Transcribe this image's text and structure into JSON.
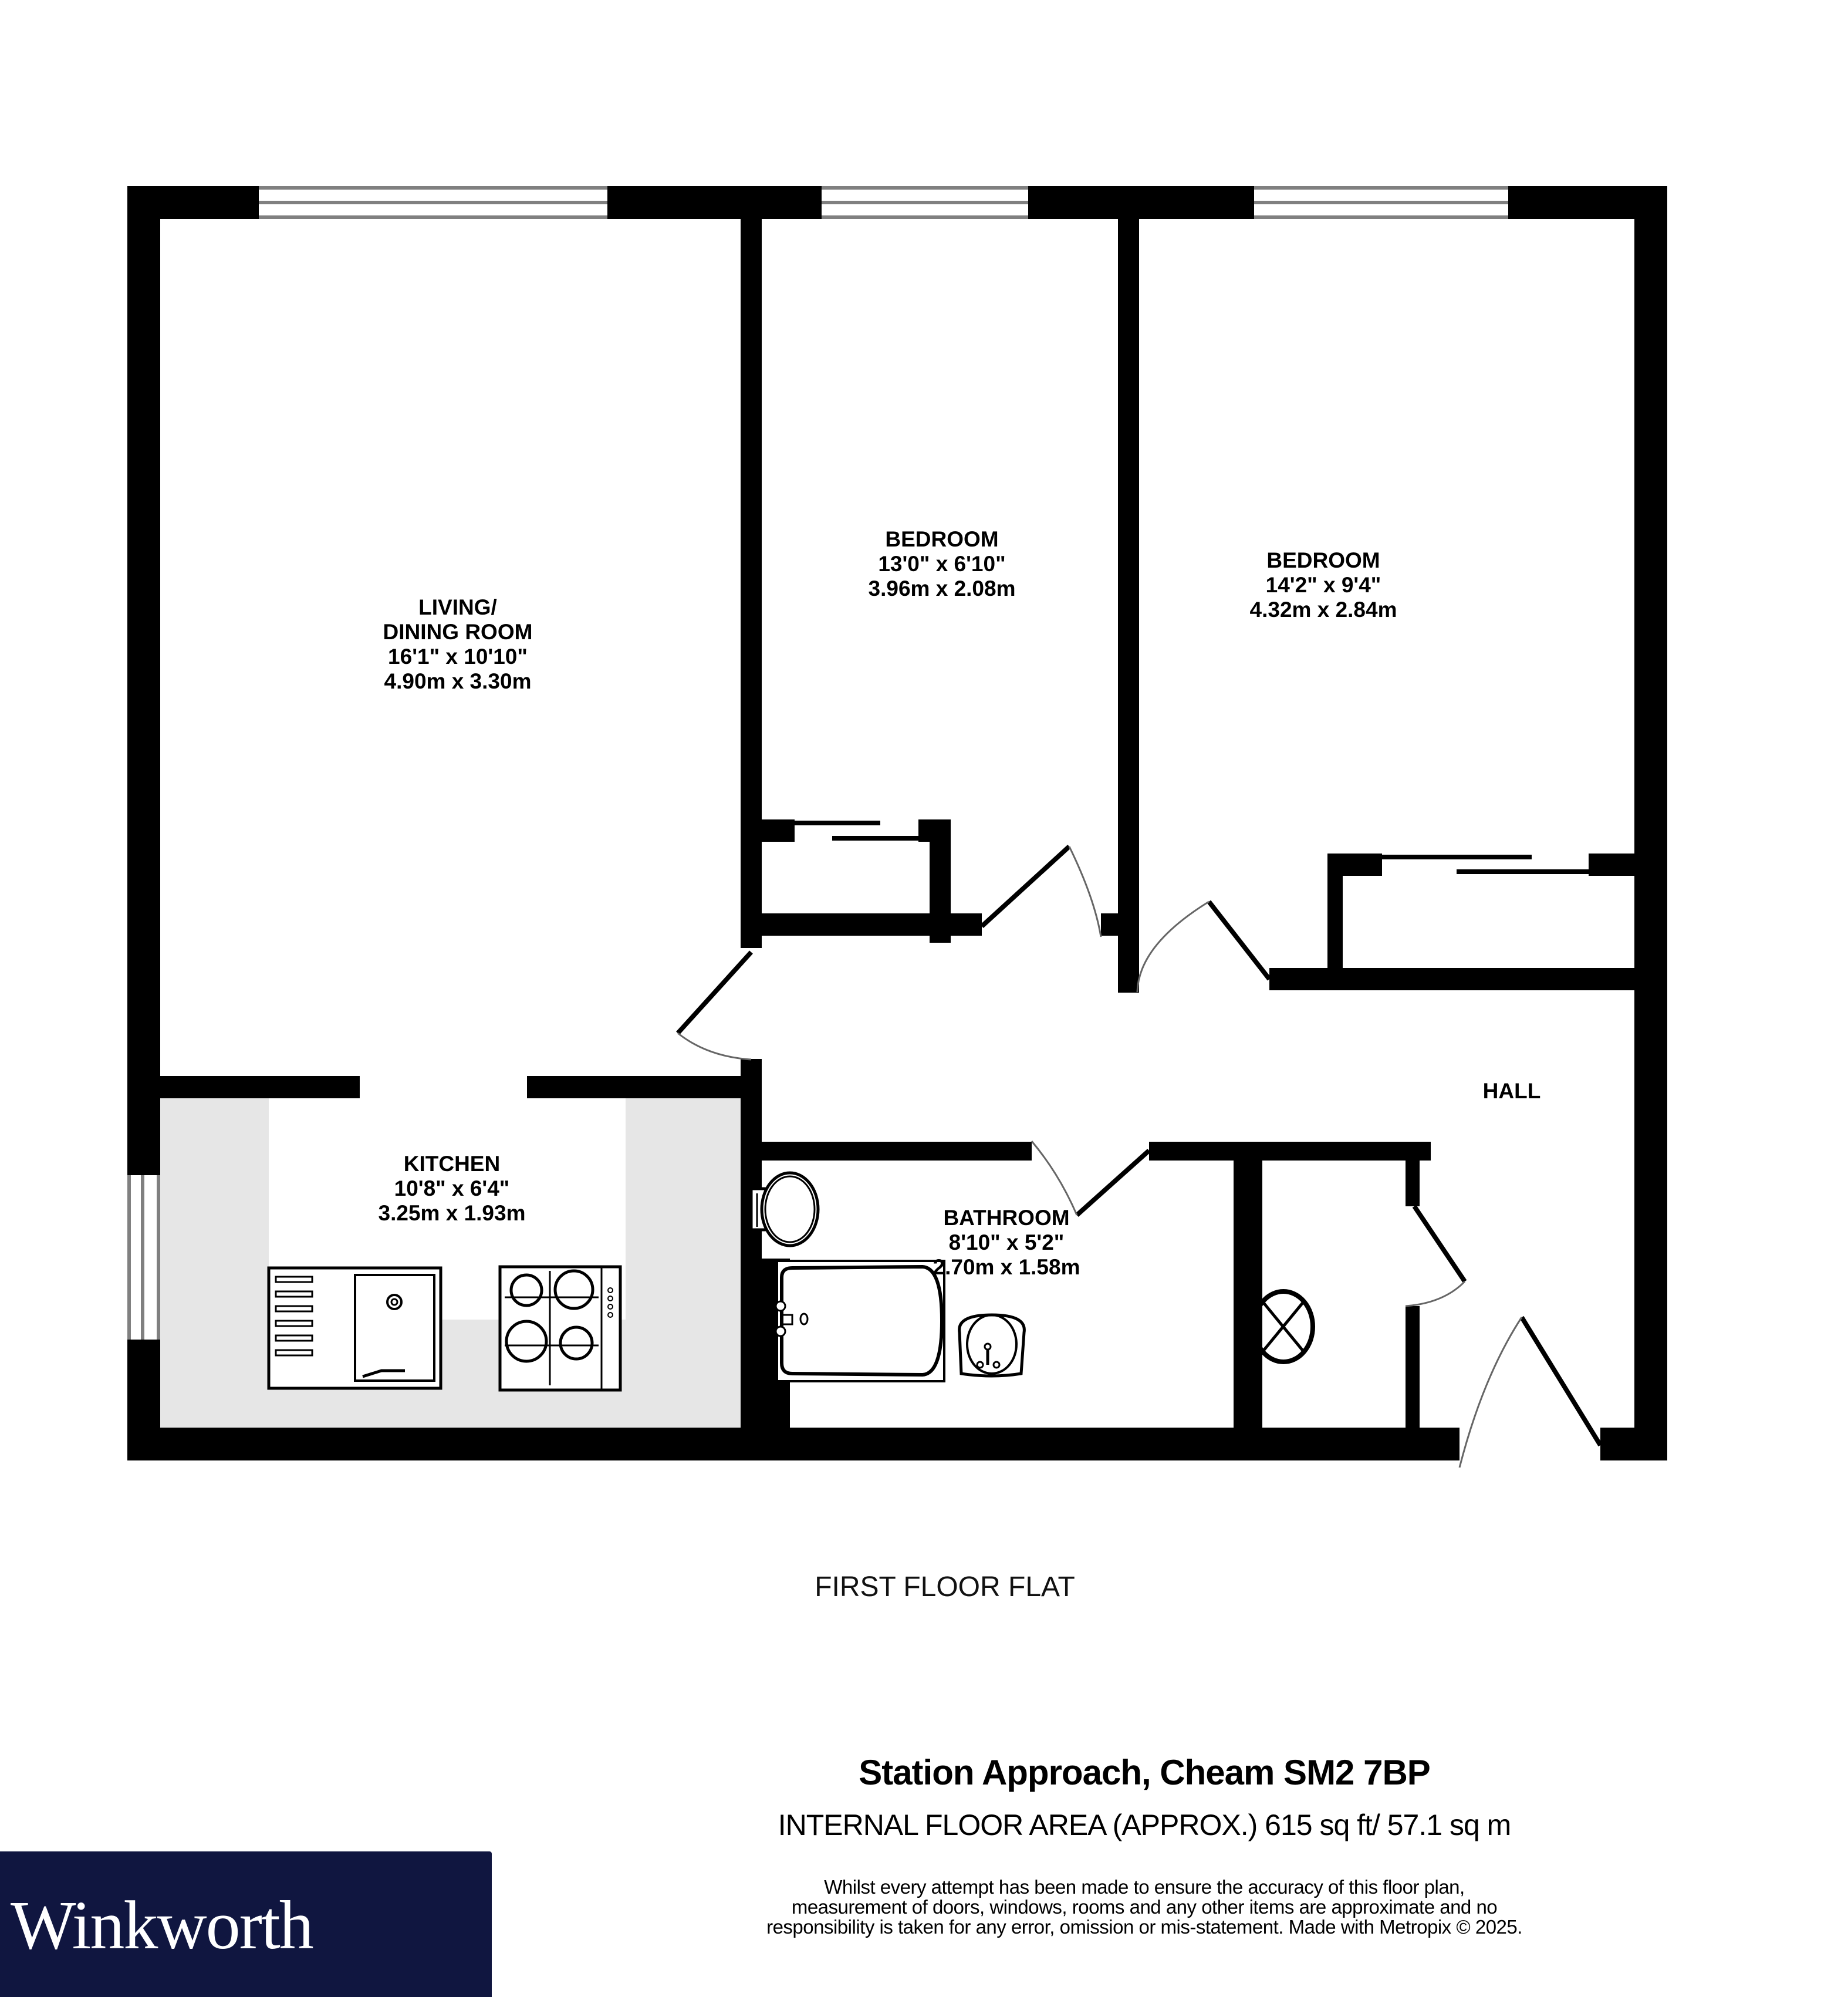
{
  "plan": {
    "floor_label": "FIRST FLOOR FLAT",
    "colors": {
      "wall": "#000000",
      "window": "#808080",
      "kitchen_counter": "#e6e6e6",
      "door_arc": "#666666",
      "background": "#ffffff"
    },
    "rooms": [
      {
        "id": "living",
        "name": "LIVING/\nDINING ROOM",
        "name_line1": "LIVING/",
        "name_line2": "DINING ROOM",
        "imperial": "16'1\"  x 10'10\"",
        "metric": "4.90m  x 3.30m"
      },
      {
        "id": "bedroom1",
        "name": "BEDROOM",
        "imperial": "13'0\"  x 6'10\"",
        "metric": "3.96m  x 2.08m"
      },
      {
        "id": "bedroom2",
        "name": "BEDROOM",
        "imperial": "14'2\"  x 9'4\"",
        "metric": "4.32m  x 2.84m"
      },
      {
        "id": "kitchen",
        "name": "KITCHEN",
        "imperial": "10'8\"  x 6'4\"",
        "metric": "3.25m  x 1.93m"
      },
      {
        "id": "bathroom",
        "name": "BATHROOM",
        "imperial": "8'10\"  x 5'2\"",
        "metric": "2.70m  x 1.58m"
      },
      {
        "id": "hall",
        "name": "HALL"
      }
    ],
    "fixtures": [
      "sink-icon",
      "hob-icon",
      "toilet-icon",
      "bath-icon",
      "basin-icon",
      "boiler-icon"
    ]
  },
  "footer": {
    "address": "Station Approach, Cheam SM2 7BP",
    "area": "INTERNAL FLOOR AREA (APPROX.) 615 sq ft/ 57.1 sq m",
    "disclaimer": "Whilst every attempt has been made to ensure the accuracy of this floor plan, measurement of doors, windows, rooms and any other items are approximate and no responsibility is taken for any error, omission or mis-statement. Made with Metropix © 2025.",
    "disclaimer_lines": [
      "Whilst every attempt has been made to ensure the accuracy of this floor plan,",
      "measurement of doors, windows, rooms and any other items are approximate and no",
      "responsibility is taken for any error, omission or mis-statement. Made with Metropix © 2025."
    ]
  },
  "brand": {
    "name": "Winkworth",
    "background": "#101640",
    "text_color": "#ffffff"
  }
}
